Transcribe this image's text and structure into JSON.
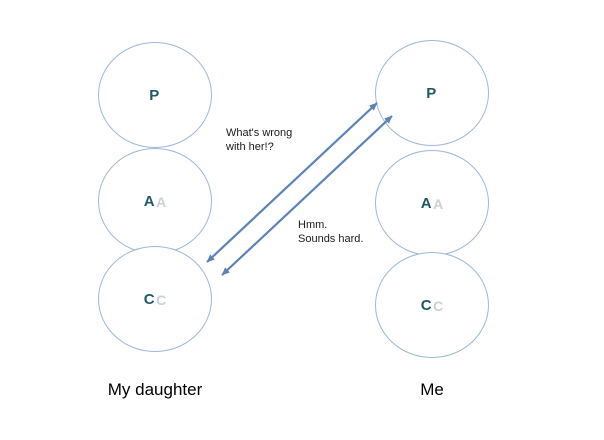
{
  "columns": {
    "left": {
      "label": "My daughter",
      "circles": [
        {
          "letter": "P",
          "ghost": ""
        },
        {
          "letter": "A",
          "ghost": "A"
        },
        {
          "letter": "C",
          "ghost": "C"
        }
      ]
    },
    "right": {
      "label": "Me",
      "circles": [
        {
          "letter": "P",
          "ghost": ""
        },
        {
          "letter": "A",
          "ghost": "A"
        },
        {
          "letter": "C",
          "ghost": "C"
        }
      ]
    }
  },
  "annotations": {
    "stimulus": {
      "line1": "What's wrong",
      "line2": "with her!?"
    },
    "response": {
      "line1": "Hmm.",
      "line2": "Sounds hard."
    }
  },
  "colors": {
    "circle_stroke": "#9DB8DC",
    "letter": "#215868",
    "ghost_letter": "#C9D1D8",
    "arrow": "#5B83B8",
    "label_text": "#000000"
  }
}
